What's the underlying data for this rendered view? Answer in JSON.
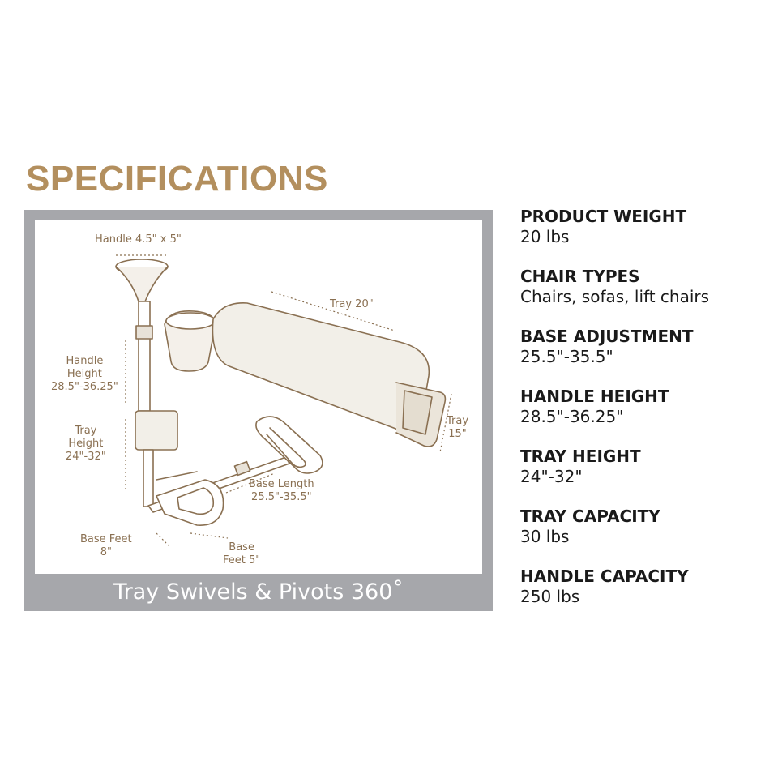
{
  "title": "SPECIFICATIONS",
  "colors": {
    "title": "#b38f5e",
    "panel": "#a6a7ab",
    "line_art": "#8a7052",
    "text": "#1a1a1a"
  },
  "diagram": {
    "caption": "Tray Swivels & Pivots 360˚",
    "labels": {
      "handle": "Handle 4.5\" x 5\"",
      "tray_length": "Tray 20\"",
      "handle_height_1": "Handle",
      "handle_height_2": "Height",
      "handle_height_3": "28.5\"-36.25\"",
      "tray_height_1": "Tray",
      "tray_height_2": "Height",
      "tray_height_3": "24\"-32\"",
      "tray_width_1": "Tray",
      "tray_width_2": "15\"",
      "base_length_1": "Base Length",
      "base_length_2": "25.5\"-35.5\"",
      "base_feet_1": "Base Feet",
      "base_feet_2": "8\"",
      "base_feet5_1": "Base",
      "base_feet5_2": "Feet 5\""
    }
  },
  "specs": [
    {
      "label": "PRODUCT WEIGHT",
      "value": "20 lbs"
    },
    {
      "label": "CHAIR TYPES",
      "value": "Chairs, sofas, lift chairs"
    },
    {
      "label": "BASE ADJUSTMENT",
      "value": "25.5\"-35.5\""
    },
    {
      "label": "HANDLE HEIGHT",
      "value": "28.5\"-36.25\""
    },
    {
      "label": "TRAY HEIGHT",
      "value": "24\"-32\""
    },
    {
      "label": "TRAY CAPACITY",
      "value": "30 lbs"
    },
    {
      "label": "HANDLE CAPACITY",
      "value": "250 lbs"
    }
  ]
}
